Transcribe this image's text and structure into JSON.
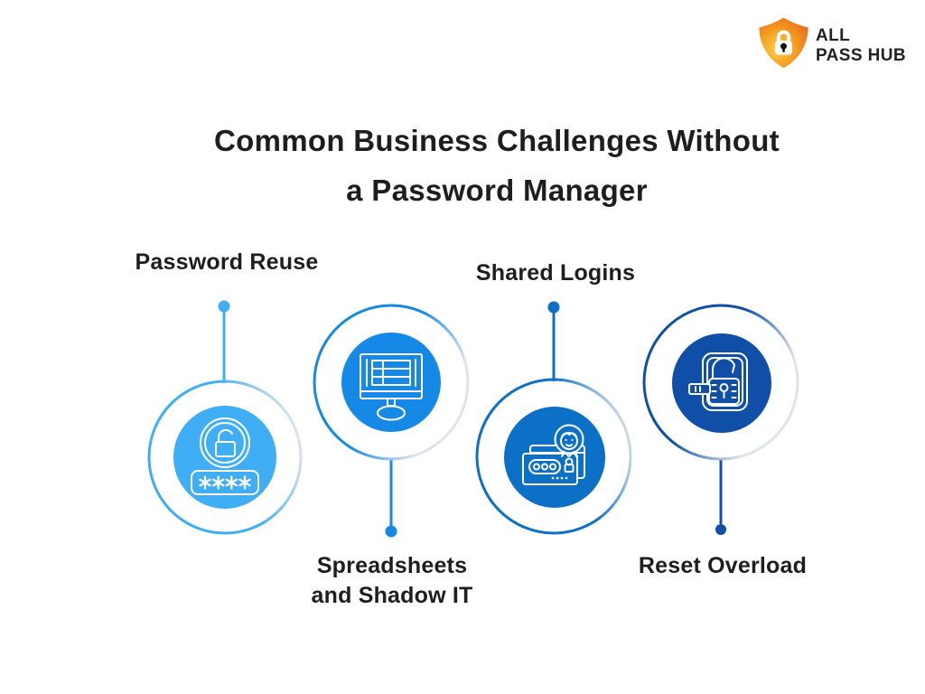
{
  "logo": {
    "brand_line1": "ALL",
    "brand_line2": "PASS HUB",
    "colors": {
      "shield_light": "#FFD04A",
      "shield_mid": "#F49D1F",
      "shield_deep": "#E4581F",
      "lock": "#FFFFFF",
      "keyhole": "#141414",
      "text": "#222222"
    }
  },
  "title": {
    "lines": [
      "Common Business Challenges Without",
      "a Password Manager"
    ],
    "color": "#1E1E1E"
  },
  "items": [
    {
      "id": "password-reuse",
      "label": "Password Reuse",
      "lines": [
        "Password Reuse"
      ],
      "icon": "password-field-unlock-icon",
      "color": "#3FAEF5",
      "label_position": "top"
    },
    {
      "id": "spreadsheets-shadow-it",
      "label": "Spreadsheets and Shadow IT",
      "lines": [
        "Spreadsheets",
        "and Shadow IT"
      ],
      "icon": "spreadsheet-monitor-icon",
      "color": "#1689E6",
      "label_position": "bottom"
    },
    {
      "id": "shared-logins",
      "label": "Shared Logins",
      "lines": [
        "Shared Logins"
      ],
      "icon": "shared-login-user-card-icon",
      "color": "#0C70C6",
      "label_position": "top"
    },
    {
      "id": "reset-overload",
      "label": "Reset Overload",
      "lines": [
        "Reset Overload"
      ],
      "icon": "unlock-key-icon",
      "color": "#0F4FA8",
      "label_position": "bottom"
    }
  ],
  "styles": {
    "background": "#FFFFFF",
    "ring_fade": "#DEE4E9",
    "icon_stroke": "#FFFFFF",
    "label_color": "#1E1E1E"
  }
}
